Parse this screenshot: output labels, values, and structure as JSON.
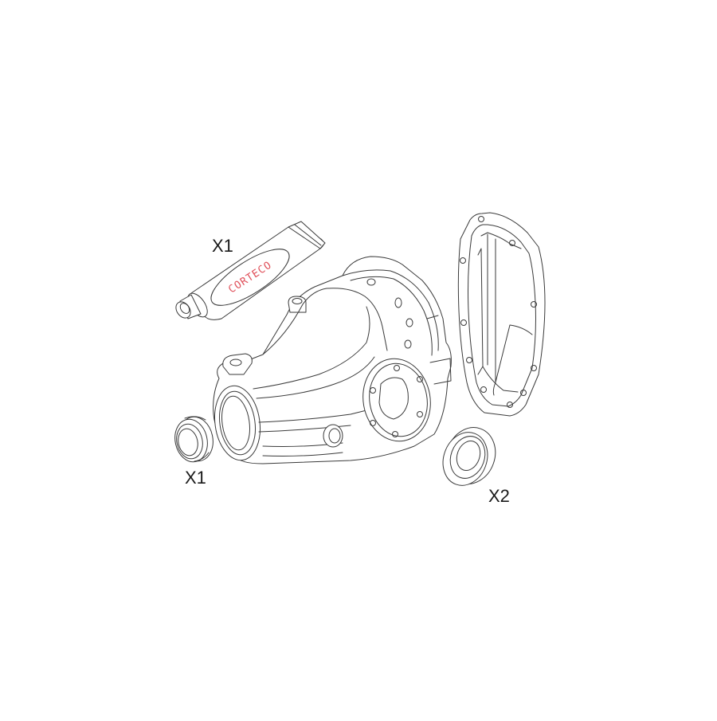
{
  "diagram": {
    "type": "exploded-parts-illustration",
    "background": "#ffffff",
    "line_color": "#3a3a3a",
    "parts": [
      {
        "id": "sealant-tube",
        "label": "X1",
        "brand_text": "CORTECO",
        "brand_color": "#e0505a"
      },
      {
        "id": "differential-housing",
        "label": ""
      },
      {
        "id": "cover-gasket",
        "label": ""
      },
      {
        "id": "axle-shaft-seal",
        "label": "X1"
      },
      {
        "id": "pinion-seal",
        "label": "X2"
      }
    ]
  },
  "labels": {
    "tube_qty": "X1",
    "small_seal_qty": "X1",
    "right_seal_qty": "X2",
    "brand": "CORTECO"
  }
}
